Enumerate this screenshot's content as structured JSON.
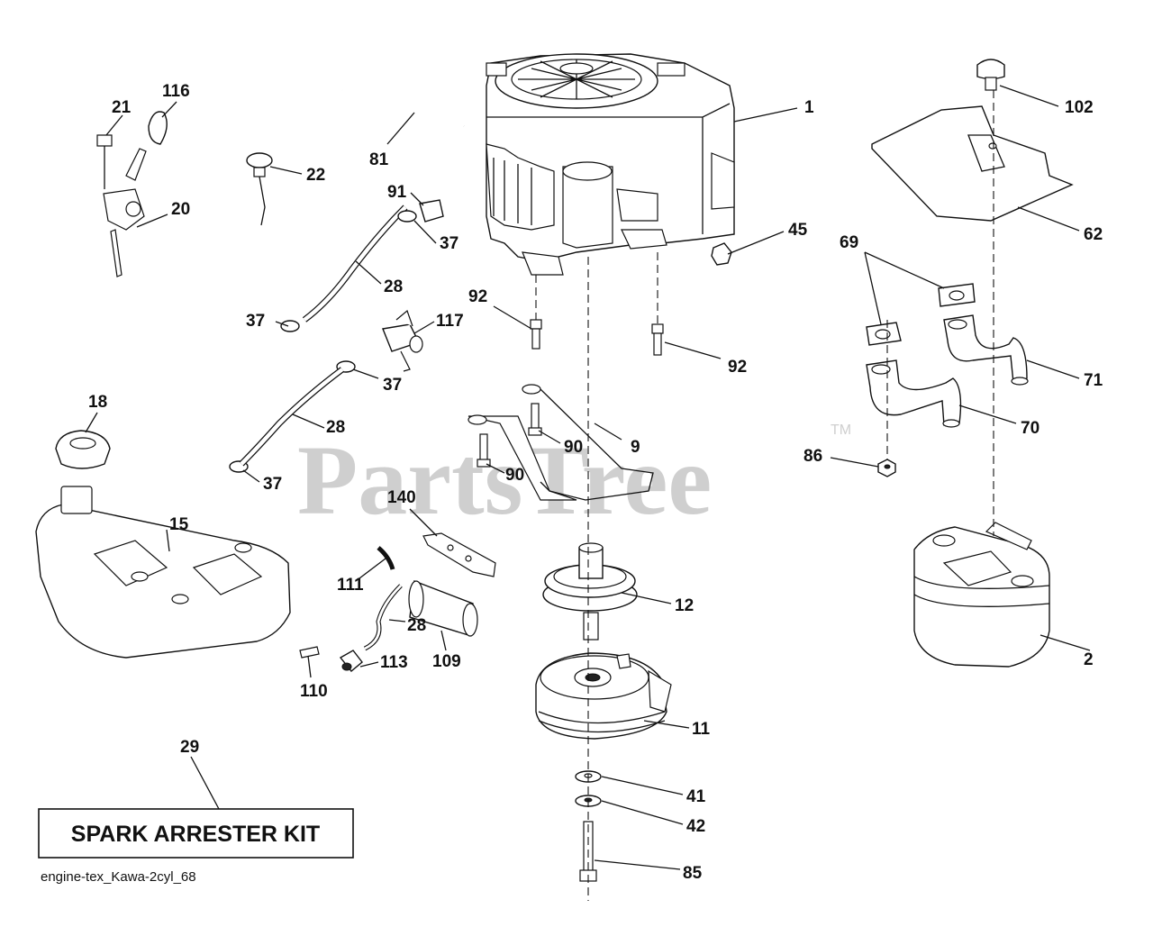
{
  "watermark": {
    "text": "PartsTree",
    "trademark": "TM"
  },
  "kit_box": {
    "text": "SPARK ARRESTER KIT"
  },
  "diagram_code": "engine-tex_Kawa-2cyl_68",
  "callouts": {
    "c1": "1",
    "c2": "2",
    "c9": "9",
    "c11": "11",
    "c12": "12",
    "c15": "15",
    "c18": "18",
    "c20": "20",
    "c21": "21",
    "c22": "22",
    "c28a": "28",
    "c28b": "28",
    "c28c": "28",
    "c29": "29",
    "c37a": "37",
    "c37b": "37",
    "c37c": "37",
    "c37d": "37",
    "c41": "41",
    "c42": "42",
    "c45": "45",
    "c62": "62",
    "c69": "69",
    "c70": "70",
    "c71": "71",
    "c81": "81",
    "c85": "85",
    "c86": "86",
    "c90a": "90",
    "c90b": "90",
    "c91": "91",
    "c92a": "92",
    "c92b": "92",
    "c102": "102",
    "c109": "109",
    "c110": "110",
    "c111": "111",
    "c113": "113",
    "c116": "116",
    "c117": "117",
    "c140": "140"
  }
}
